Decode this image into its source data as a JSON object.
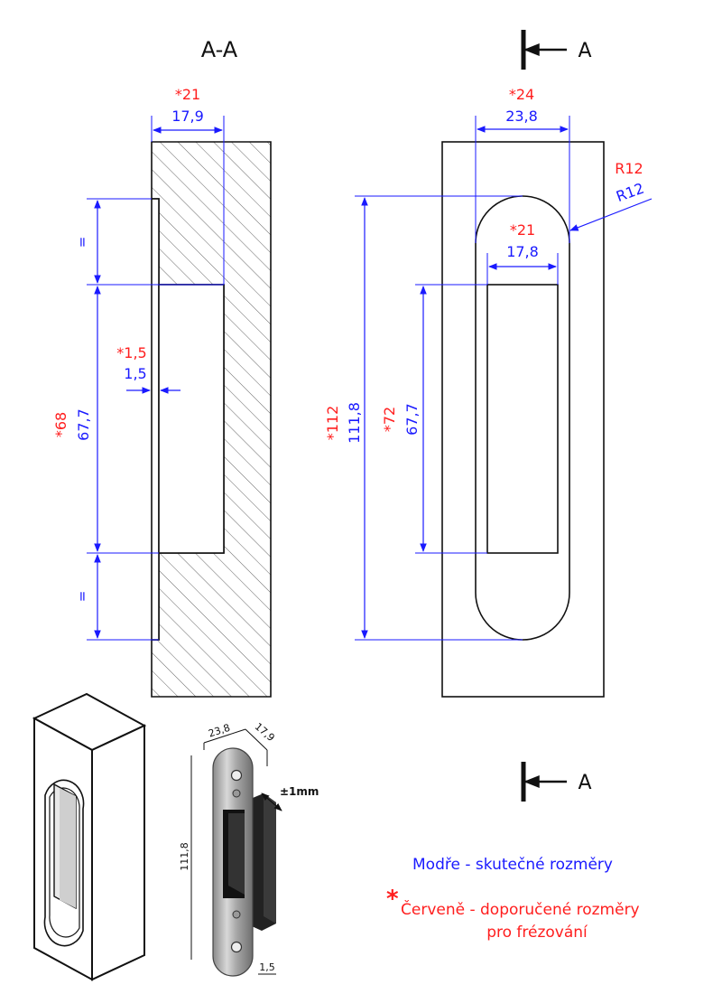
{
  "section": {
    "title": "A-A",
    "marker_letter": "A",
    "width": {
      "recommended": "*21",
      "actual": "17,9"
    },
    "depth": {
      "recommended": "*1,5",
      "actual": "1,5"
    },
    "height": {
      "recommended": "*68",
      "actual": "67,7"
    },
    "equal_mark": "="
  },
  "front": {
    "width": {
      "recommended": "*24",
      "actual": "23,8"
    },
    "radius": {
      "recommended": "R12",
      "actual": "R12"
    },
    "inner_width": {
      "recommended": "*21",
      "actual": "17,8"
    },
    "height": {
      "recommended": "*112",
      "actual": "111,8"
    },
    "inner_height": {
      "recommended": "*72",
      "actual": "67,7"
    }
  },
  "product": {
    "width": "23,8",
    "depth": "17,9",
    "height": "111,8",
    "plate": "1,5",
    "adjust": "±1mm"
  },
  "legend": {
    "blue_text": "Modře - skutečné rozměry",
    "star": "*",
    "red_line1": "Červeně - doporučené rozměry",
    "red_line2": "pro frézování"
  },
  "colors": {
    "recommended": "#ff1e1e",
    "actual": "#1a1aff",
    "outline": "#111111"
  }
}
